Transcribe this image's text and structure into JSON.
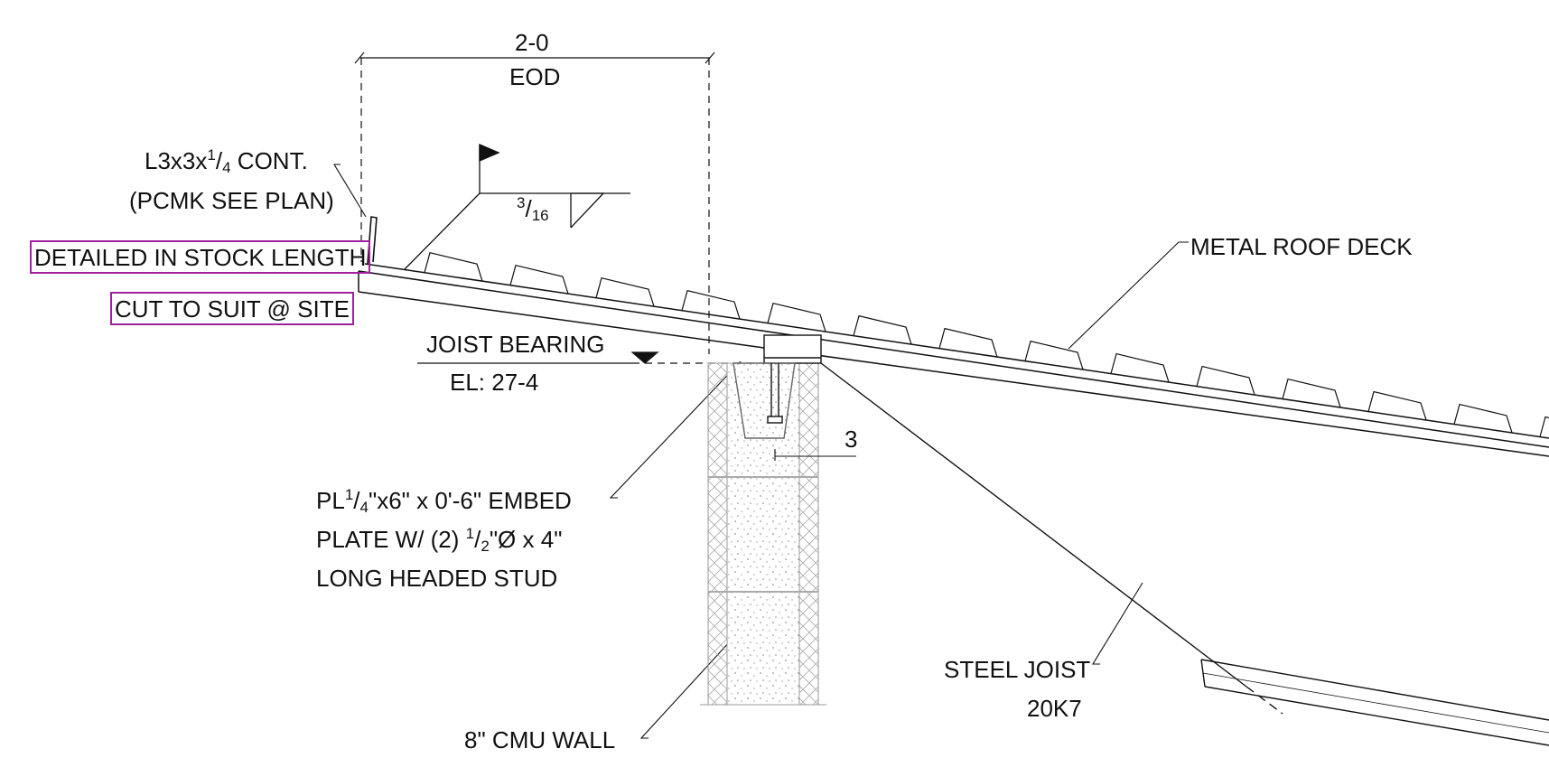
{
  "dimension": {
    "value": "2-0",
    "ref": "EOD"
  },
  "angle": {
    "line1": "L3x3x",
    "frac_num": "1",
    "frac_den": "4",
    "line1_tail": " CONT.",
    "line2": "(PCMK SEE PLAN)"
  },
  "weld": {
    "num": "3",
    "den": "16"
  },
  "notes": {
    "stock_length": "DETAILED IN STOCK LENGTH",
    "cut_to_suit": "CUT TO SUIT @ SITE",
    "metal_deck": "METAL ROOF DECK",
    "joist_bearing": "JOIST BEARING",
    "elevation": "EL: 27-4",
    "embed_dim": "3",
    "plate_a": "PL",
    "plate_frac1_num": "1",
    "plate_frac1_den": "4",
    "plate_b": "\"x6\" x 0'-6\" EMBED",
    "plate_line2_a": "PLATE W/ (2) ",
    "plate_frac2_num": "1",
    "plate_frac2_den": "2",
    "plate_line2_b": "\"Ø x 4\"",
    "plate_line3": "LONG HEADED STUD",
    "steel_joist": "STEEL JOIST",
    "joist_mark": "20K7",
    "cmu_wall": "8\" CMU WALL"
  },
  "colors": {
    "line": "#111111",
    "highlight": "#a020a0",
    "hatch": "#888888"
  }
}
